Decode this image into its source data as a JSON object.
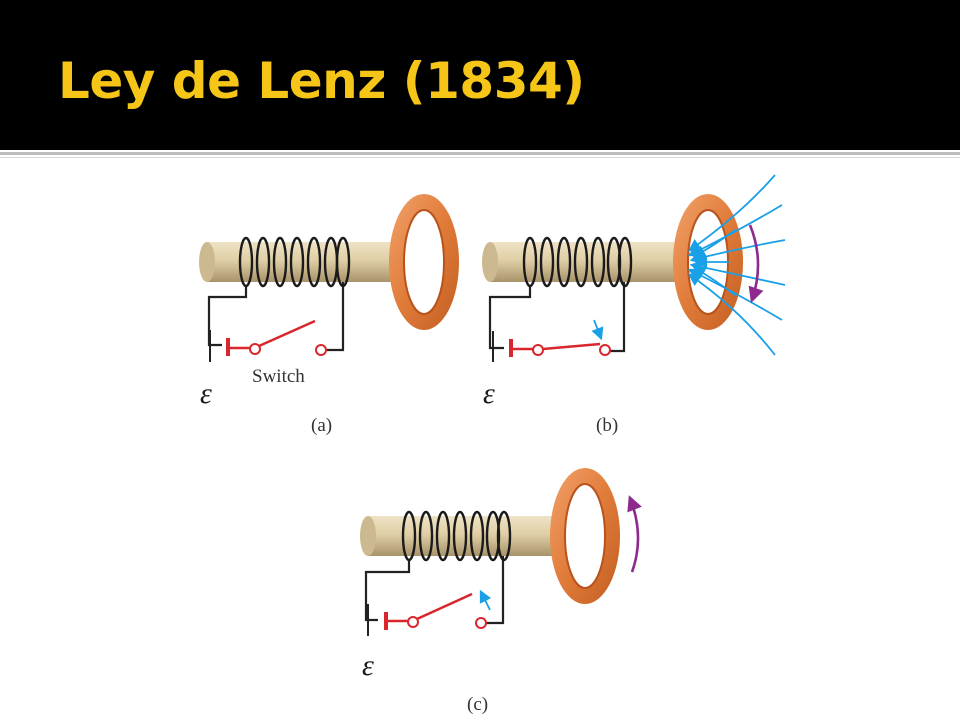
{
  "slide": {
    "title": "Ley de Lenz (1834)"
  },
  "figure": {
    "panels": [
      {
        "id": "a",
        "caption": "(a)",
        "emf_symbol": "ε",
        "switch_label": "Switch",
        "switch_state": "open"
      },
      {
        "id": "b",
        "caption": "(b)",
        "emf_symbol": "ε",
        "switch_state": "closing"
      },
      {
        "id": "c",
        "caption": "(c)",
        "emf_symbol": "ε",
        "switch_state": "opening"
      }
    ]
  },
  "colors": {
    "title": "#f5c518",
    "header_bg": "#000000",
    "ring": "#e07b39",
    "coil_rod": "#d9c7a0",
    "circuit_wire": "#d9262c",
    "field_lines": "#1aa0e6",
    "current_arrow": "#8e2a8e"
  }
}
